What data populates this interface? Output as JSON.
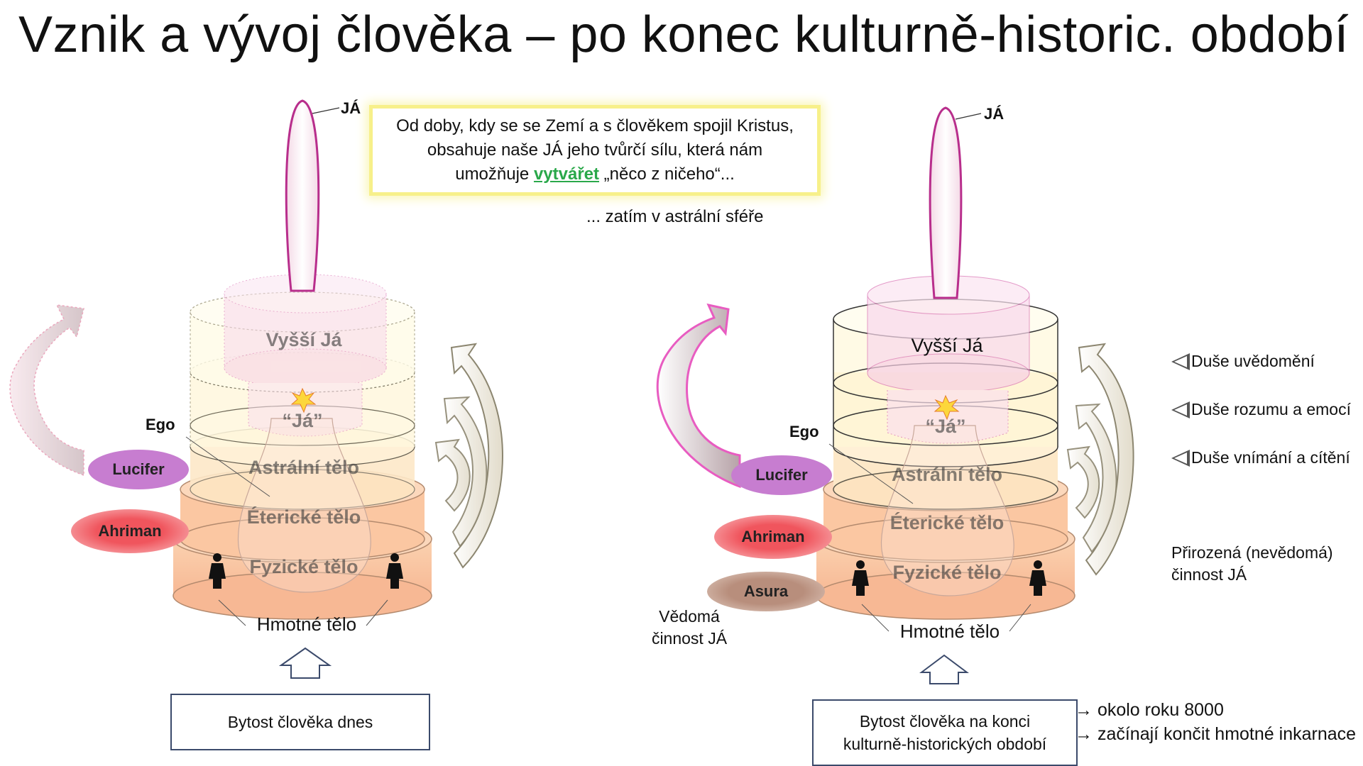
{
  "title": "Vznik a vývoj člověka – po konec kulturně-historic. období",
  "callout": {
    "line1": "Od doby, kdy se se Zemí a s člověkem spojil Kristus,",
    "line2": "obsahuje naše JÁ jeho tvůrčí sílu, která nám",
    "line3_before": "umožňuje ",
    "line3_highlight": "vytvářet",
    "line3_after": " „něco z ničeho“..."
  },
  "astral_note": "... zatím v astrální sféře",
  "left": {
    "ja": "JÁ",
    "ego": "Ego",
    "layers": {
      "vyssi_ja": "Vyšší Já",
      "ja_inner": "“Já”",
      "astralni": "Astrální tělo",
      "etericke": "Éterické tělo",
      "fyzicke": "Fyzické tělo"
    },
    "beings": {
      "lucifer": "Lucifer",
      "ahriman": "Ahriman"
    },
    "hmotne": "Hmotné tělo",
    "box": "Bytost člověka dnes"
  },
  "right": {
    "ja": "JÁ",
    "ego": "Ego",
    "layers": {
      "vyssi_ja": "Vyšší Já",
      "ja_inner": "“Já”",
      "astralni": "Astrální tělo",
      "etericke": "Éterické tělo",
      "fyzicke": "Fyzické tělo"
    },
    "beings": {
      "lucifer": "Lucifer",
      "ahriman": "Ahriman",
      "asura": "Asura"
    },
    "hmotne": "Hmotné tělo",
    "box_line1": "Bytost člověka na konci",
    "box_line2": "kulturně-historických období",
    "vedoma": {
      "line1": "Vědomá",
      "line2": "činnost JÁ"
    },
    "prirozena": {
      "line1": "Přirozená (nevědomá)",
      "line2": "činnost JÁ"
    },
    "souls": [
      "Duše uvědomění",
      "Duše rozumu a emocí",
      "Duše vnímání a cítění"
    ],
    "bottom": [
      "→ okolo roku 8000",
      "→ začínají končit hmotné inkarnace"
    ]
  },
  "colors": {
    "lucifer": "#c77dd0",
    "ahriman": "#ee5a63",
    "asura": "#b88e7c",
    "callout_border": "#f7f08a",
    "highlight": "#2aa84a",
    "flame": "#c0399a"
  }
}
